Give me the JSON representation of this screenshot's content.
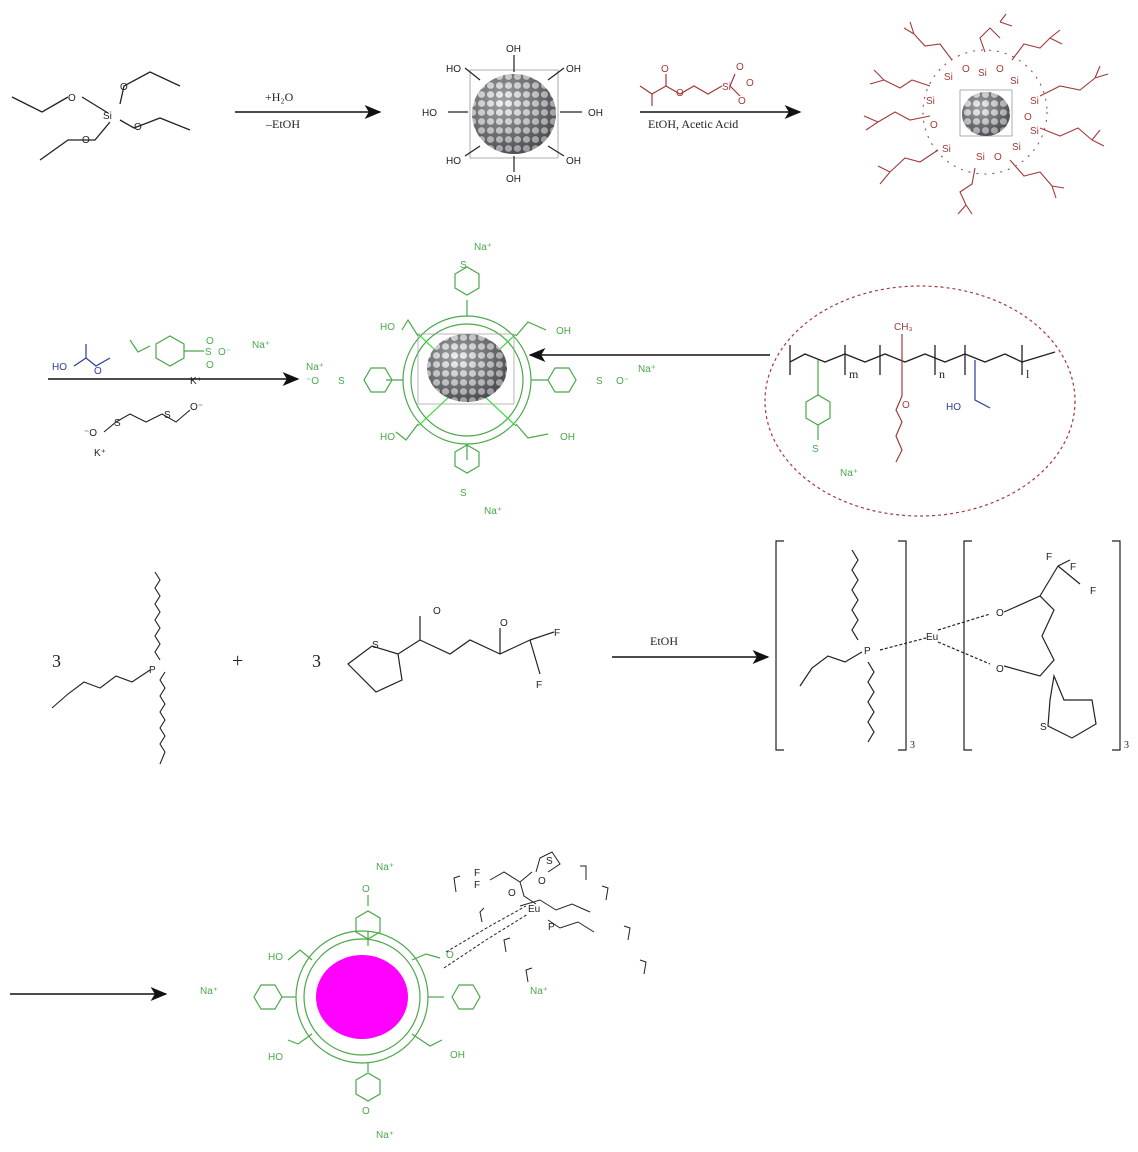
{
  "row1": {
    "teos_atoms": {
      "si": "Si",
      "o": "O"
    },
    "arrow1_top": "+H₂O",
    "arrow1_bottom": "–EtOH",
    "oh": "OH",
    "ho": "HO",
    "arrow2_bottom": "EtOH, Acetic Acid",
    "mps_atoms": {
      "si": "Si",
      "o": "O"
    }
  },
  "row2": {
    "ho": "HO",
    "oh": "OH",
    "o": "O",
    "s": "S",
    "na_plus": "Na⁺",
    "k_plus": "K⁺",
    "o_minus": "O⁻",
    "minus_o": "⁻O",
    "polymer_m": "m",
    "polymer_n": "n",
    "polymer_l": "l",
    "ch3": "CH₃"
  },
  "row3": {
    "coef1": "3",
    "plus": "+",
    "coef2": "3",
    "p": "P",
    "s": "S",
    "o": "O",
    "f": "F",
    "arrow_label": "EtOH",
    "eu": "Eu",
    "sub3": "3"
  },
  "row4": {
    "na_plus": "Na⁺",
    "ho": "HO",
    "oh": "OH",
    "o": "O",
    "eu": "Eu",
    "p": "P",
    "s": "S",
    "f": "F",
    "core_color": "#ff00ff",
    "ligand_color": "#4aa84a",
    "silane_color": "#a23a3a",
    "acrylic_color": "#2a3c9a"
  }
}
